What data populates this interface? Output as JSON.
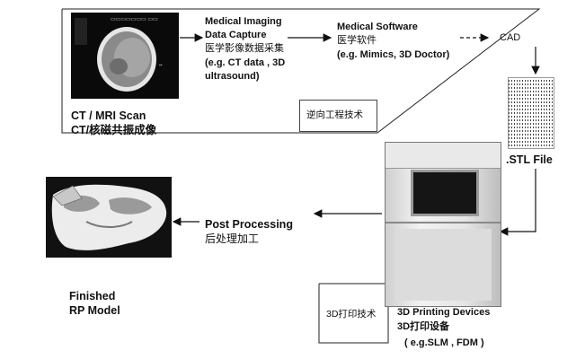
{
  "ct": {
    "title": "CT / MRI Scan",
    "subtitle": "CT/核磁共振成像"
  },
  "capture": {
    "lines": [
      "Medical Imaging",
      "Data Capture",
      "医学影像数据采集",
      "(e.g. CT data , 3D",
      "ultrasound)"
    ]
  },
  "software": {
    "lines": [
      "Medical Software",
      "医学软件",
      "(e.g. Mimics, 3D Doctor)"
    ]
  },
  "cad": "CAD",
  "reverse_eng": "逆向工程技术",
  "stl": ".STL File",
  "post": {
    "line1": "Post Processing",
    "line2": "后处理加工"
  },
  "finished": {
    "line1": "Finished",
    "line2": "RP Model"
  },
  "print_tech": "3D打印技术",
  "devices": {
    "lines": [
      "3D Printing Devices",
      "3D打印设备",
      "( e.g.SLM , FDM )"
    ]
  }
}
